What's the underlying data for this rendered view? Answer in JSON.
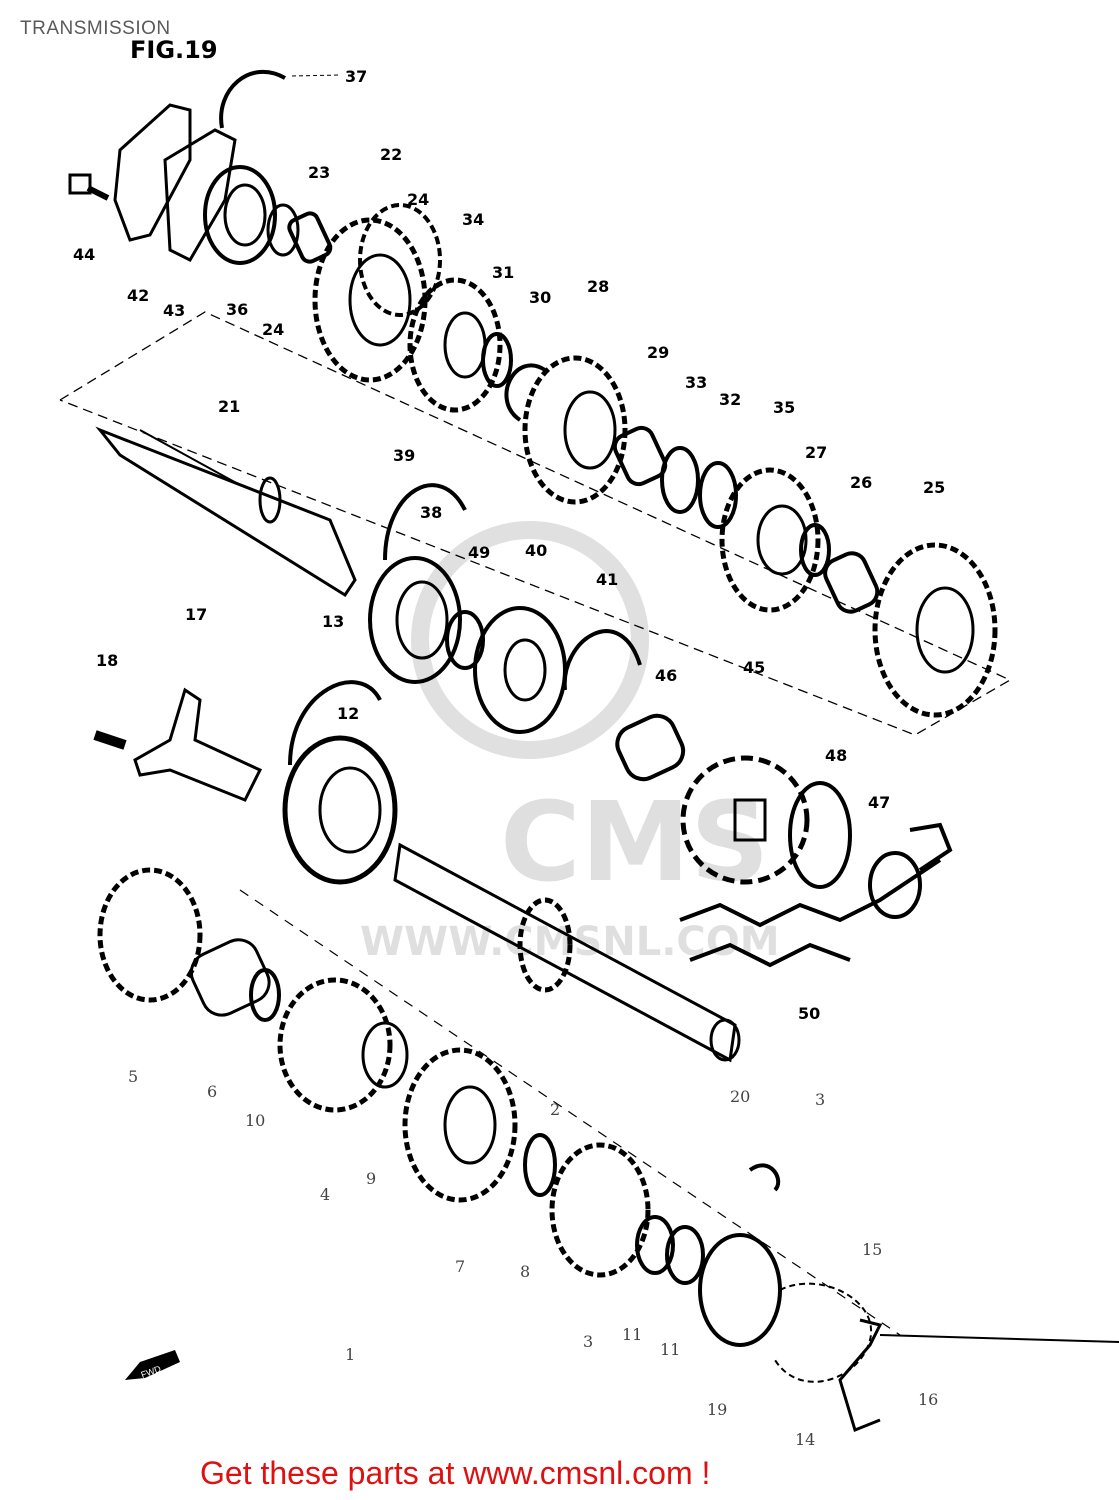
{
  "header": {
    "title": "TRANSMISSION",
    "figure": "FIG.19"
  },
  "footer": {
    "link_text": "Get these parts at www.cmsnl.com !"
  },
  "watermark": {
    "brand": "CMS",
    "url": "WWW.CMSNL.COM"
  },
  "fwd_arrow": "FWD",
  "callouts": [
    "37",
    "22",
    "23",
    "24",
    "34",
    "31",
    "30",
    "28",
    "29",
    "33",
    "32",
    "35",
    "27",
    "26",
    "25",
    "44",
    "42",
    "43",
    "36",
    "24",
    "21",
    "39",
    "38",
    "49",
    "40",
    "41",
    "46",
    "45",
    "48",
    "47",
    "50",
    "17",
    "18",
    "13",
    "12",
    "5",
    "6",
    "10",
    "4",
    "9",
    "2",
    "7",
    "8",
    "20",
    "3",
    "3",
    "15",
    "1",
    "11",
    "11",
    "19",
    "16",
    "14"
  ]
}
